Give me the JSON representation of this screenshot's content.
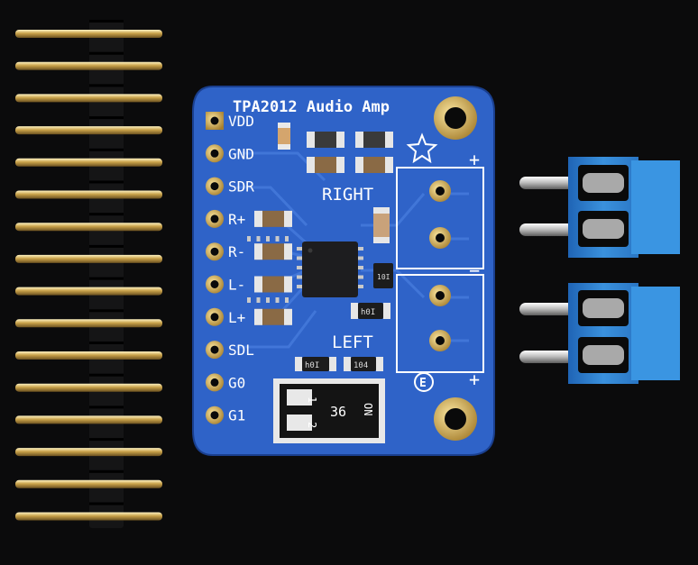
{
  "board": {
    "title": "TPA2012 Audio Amp",
    "pins": [
      "VDD",
      "GND",
      "SDR",
      "R+",
      "R-",
      "L-",
      "L+",
      "SDL",
      "G0",
      "G1"
    ],
    "right_label": "RIGHT",
    "left_label": "LEFT",
    "plus_sign": "+",
    "minus_sign": "−",
    "switch_number": "36",
    "switch_on": "ON",
    "switch_pos_1": "1",
    "switch_pos_2": "2",
    "resistor_labels": [
      "10I",
      "h0I",
      "h0I",
      "104"
    ],
    "ce_mark": "E"
  },
  "colors": {
    "background": "#0b0b0c",
    "pcb": "#2f63c8",
    "terminal_block": "#2f87d6",
    "gold": "#c9a24a",
    "silkscreen": "#ffffff"
  }
}
